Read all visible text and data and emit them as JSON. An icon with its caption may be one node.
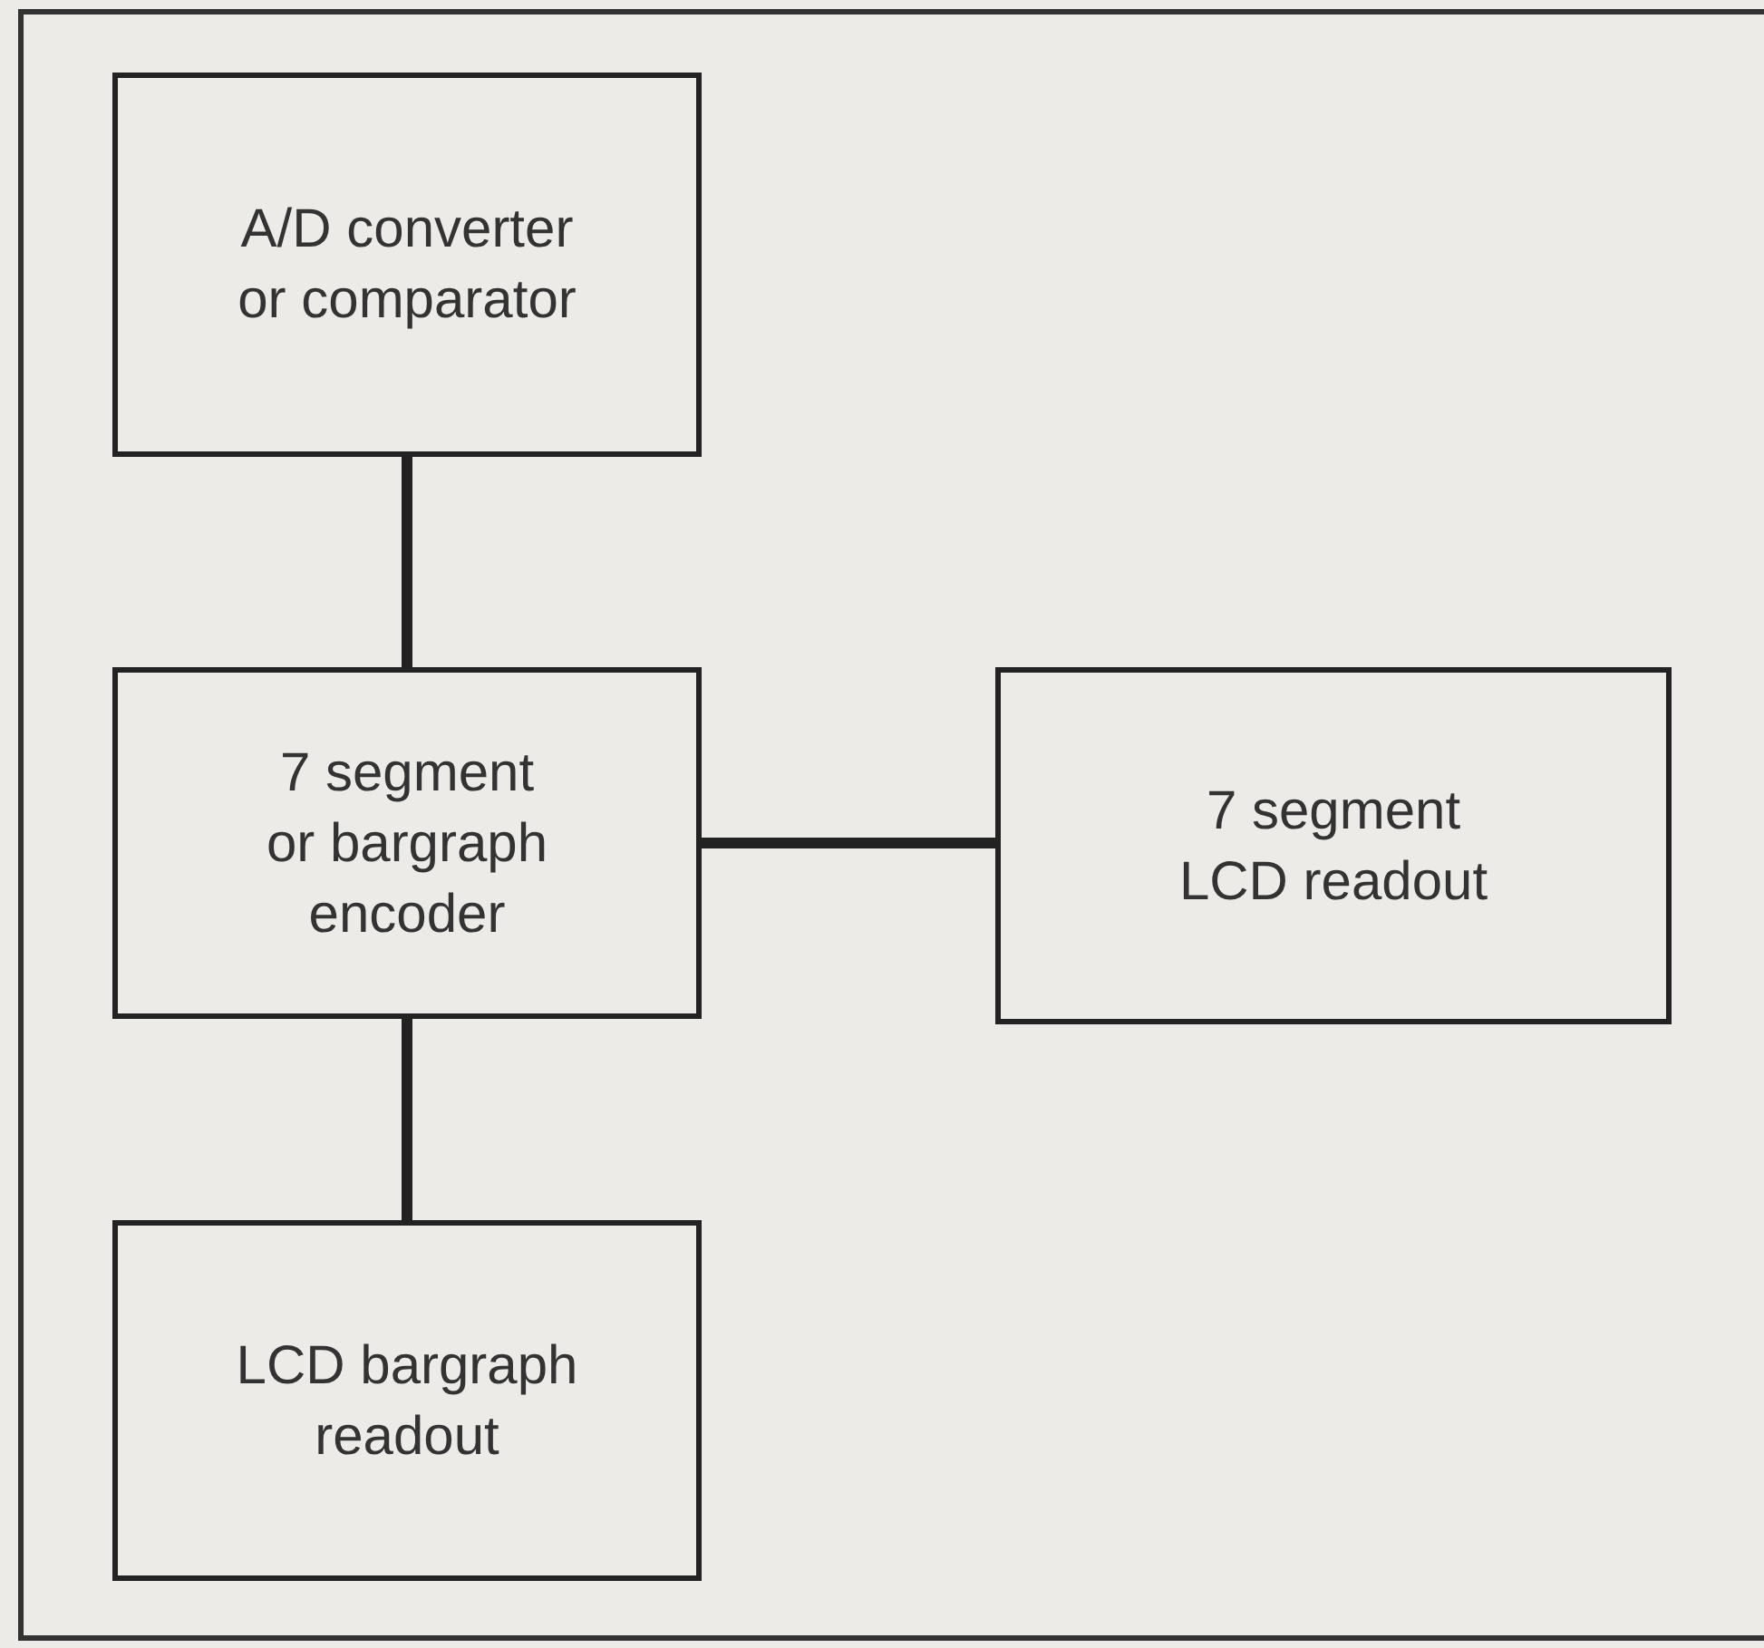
{
  "diagram": {
    "nodes": [
      {
        "text": [
          "A/D converter or comparator"
        ]
      },
      {
        "text": [
          "7 segment or bargraph encoder"
        ]
      },
      {
        "text": [
          "7 segment LCD readout"
        ]
      },
      {
        "text": [
          "LCD bargraph readout"
        ]
      }
    ],
    "edges": [
      {
        "from": 0,
        "to": 1,
        "arrow": "none"
      },
      {
        "from": 1,
        "to": 2,
        "arrow": "none"
      },
      {
        "from": 1,
        "to": 3,
        "arrow": "none"
      }
    ]
  }
}
